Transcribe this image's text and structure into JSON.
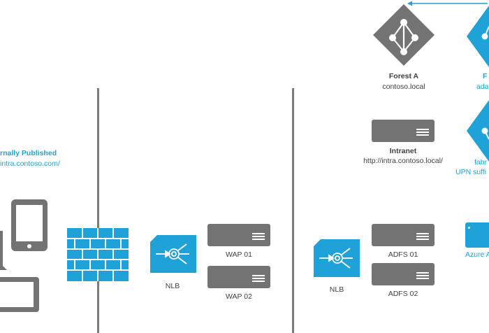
{
  "labels": {
    "published_title": "rnally Published",
    "published_url": "intra.contoso.com/",
    "forest_a_title": "Forest A",
    "forest_a_domain": "contoso.local",
    "forest_b_title": "F",
    "forest_b_domain": "ada",
    "fab_title": "fabr",
    "fab_upn": "UPN suffi",
    "intranet_title": "Intranet",
    "intranet_url": "http://intra.contoso.local/",
    "nlb1": "NLB",
    "nlb2": "NLB",
    "wap1": "WAP 01",
    "wap2": "WAP 02",
    "adfs1": "ADFS 01",
    "adfs2": "ADFS 02",
    "azure": "Azure A"
  },
  "colors": {
    "accent": "#1fa2d8",
    "server": "#737373",
    "divider": "#7a7a7a",
    "text": "#404040"
  },
  "icons": [
    "forest-icon",
    "server-icon",
    "load-balancer-icon",
    "firewall-icon",
    "tablet-icon",
    "laptop-icon"
  ]
}
